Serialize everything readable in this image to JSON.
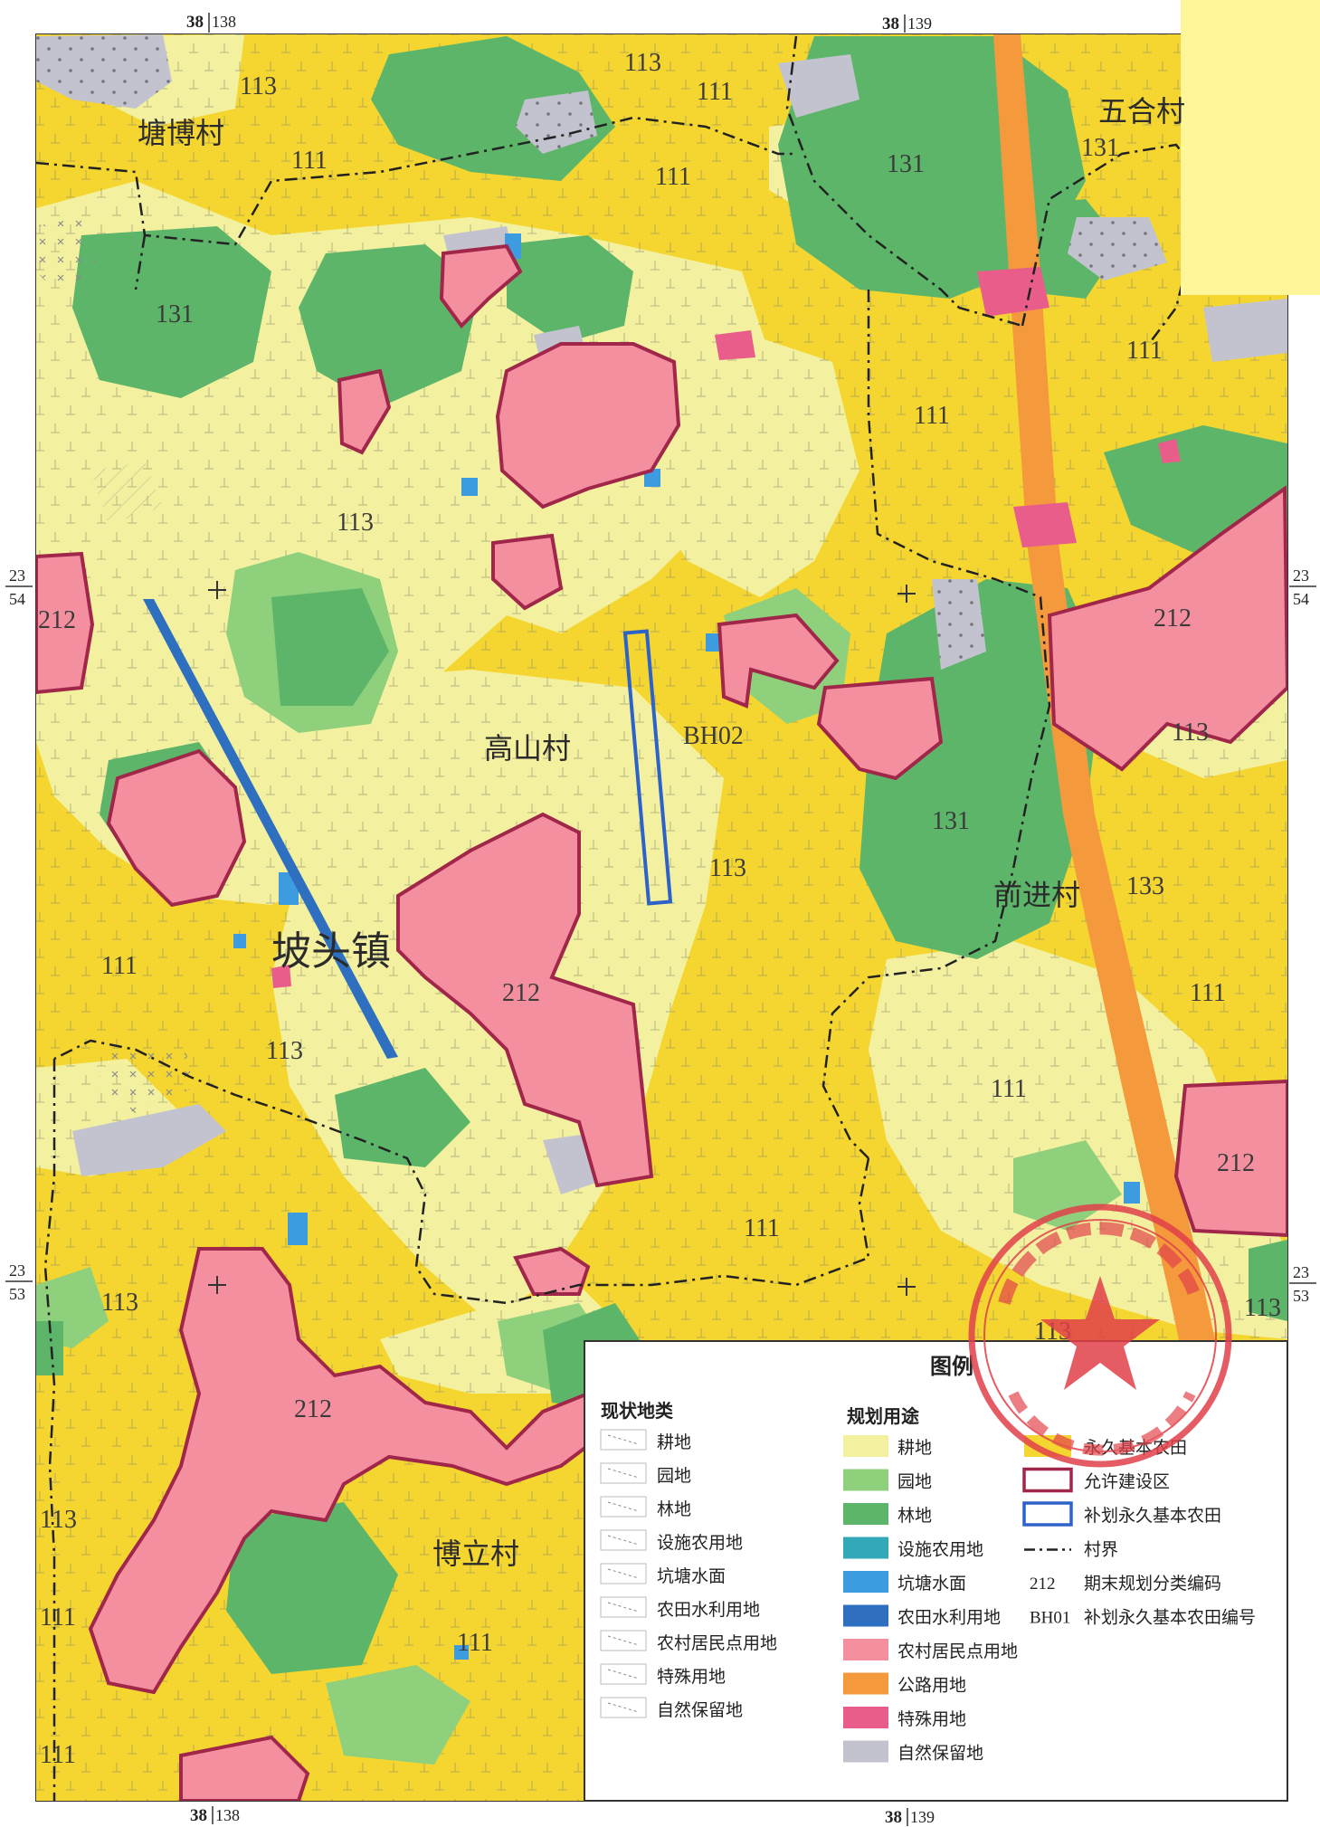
{
  "map": {
    "grid_labels": {
      "top_left": [
        "38",
        "138"
      ],
      "top_right": [
        "38",
        "139"
      ],
      "bottom_left": [
        "38",
        "138"
      ],
      "bottom_right": [
        "38",
        "139"
      ],
      "left_upper": [
        "23",
        "54"
      ],
      "left_lower": [
        "23",
        "53"
      ],
      "right_upper": [
        "23",
        "54"
      ],
      "right_lower": [
        "23",
        "53"
      ]
    },
    "places": {
      "tangbo": "塘博村",
      "wuhe": "五合村",
      "gaoshan": "高山村",
      "qianjin": "前进村",
      "potou": "坡头镇",
      "boli": "博立村"
    },
    "codes": {
      "c111": "111",
      "c113": "113",
      "c131": "131",
      "c133": "133",
      "c212": "212",
      "bh02": "BH02",
      "c111_partial": "111",
      "c113_partial": "1̸13"
    }
  },
  "legend": {
    "title": "图例",
    "current_heading": "现状地类",
    "planned_heading": "规划用途",
    "current_items": [
      "耕地",
      "园地",
      "林地",
      "设施农用地",
      "坑塘水面",
      "农田水利用地",
      "农村居民点用地",
      "特殊用地",
      "自然保留地"
    ],
    "planned_items": [
      {
        "label": "耕地",
        "color": "#f3f1a0"
      },
      {
        "label": "园地",
        "color": "#8fd07c"
      },
      {
        "label": "林地",
        "color": "#5db56a"
      },
      {
        "label": "设施农用地",
        "color": "#33a9b8"
      },
      {
        "label": "坑塘水面",
        "color": "#3d9be0"
      },
      {
        "label": "农田水利用地",
        "color": "#2e6fc0"
      },
      {
        "label": "农村居民点用地",
        "color": "#f48fa0"
      },
      {
        "label": "公路用地",
        "color": "#f59a3c"
      },
      {
        "label": "特殊用地",
        "color": "#e85d8a"
      },
      {
        "label": "自然保留地",
        "color": "#c3c3cf"
      }
    ],
    "extra_items": [
      {
        "label": "永久基本农田",
        "kind": "fill",
        "color": "#f5d630"
      },
      {
        "label": "允许建设区",
        "kind": "outline",
        "color": "#a0264a"
      },
      {
        "label": "补划永久基本农田",
        "kind": "outline",
        "color": "#2d62c8"
      },
      {
        "label": "村界",
        "kind": "line",
        "color": "#222222"
      },
      {
        "label": "期末规划分类编码",
        "kind": "code",
        "code": "212"
      },
      {
        "label": "补划永久基本农田编号",
        "kind": "code",
        "code": "BH01"
      }
    ]
  },
  "colors": {
    "permanent_farmland": "#f5d630",
    "cultivated": "#f3f1a0",
    "garden": "#8fd07c",
    "forest": "#5db56a",
    "road": "#f59a3c",
    "residential": "#f48fa0",
    "residential_border": "#a0264a",
    "water": "#3d9be0",
    "reserve": "#c3c3cf",
    "stamp": "#e2404a"
  }
}
